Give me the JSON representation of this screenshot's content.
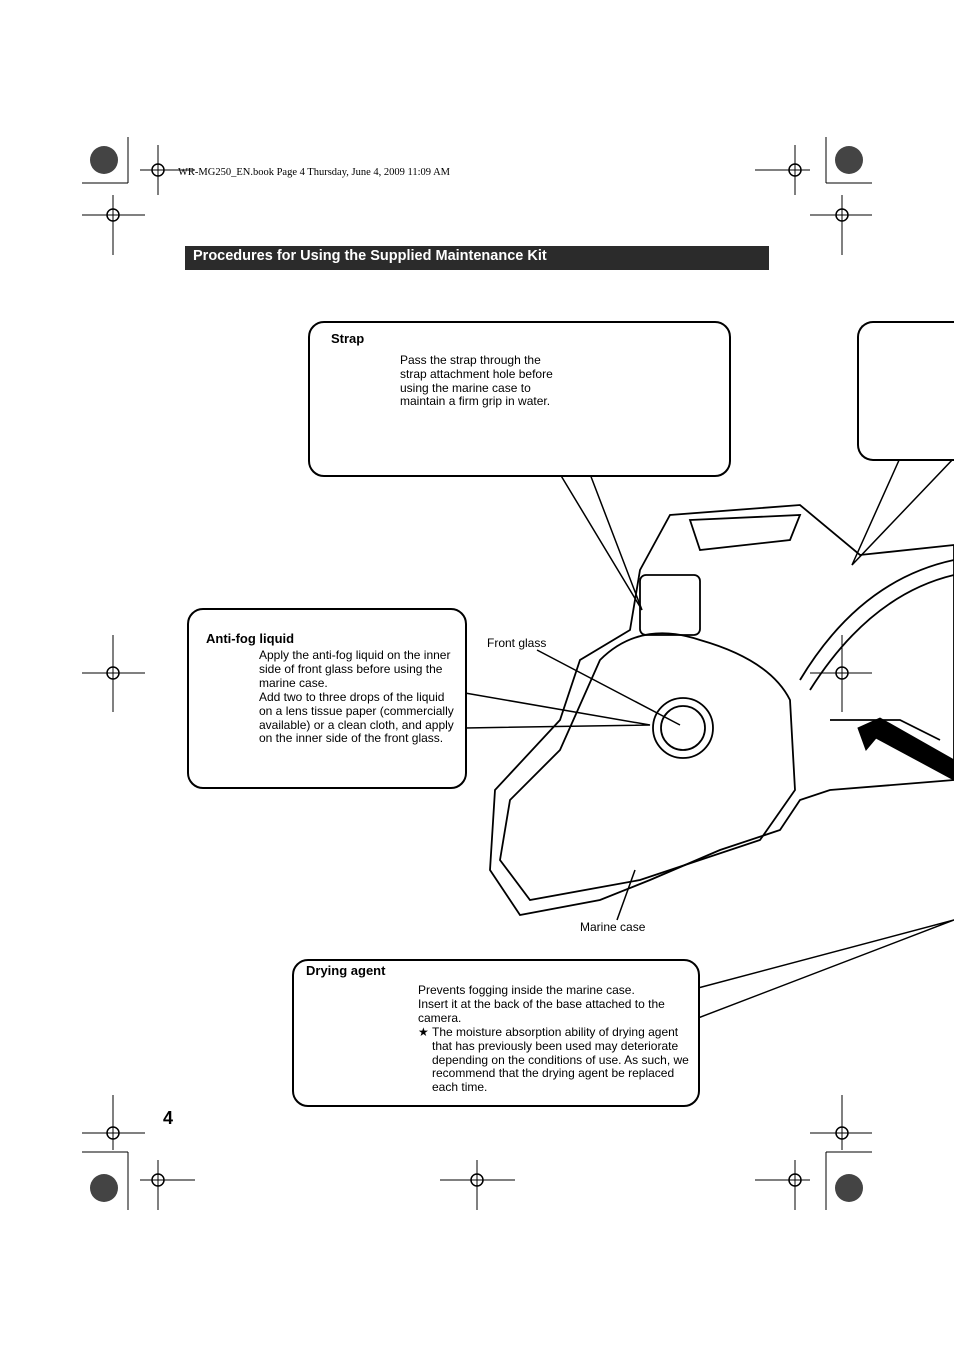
{
  "header": {
    "book_line": "WR-MG250_EN.book  Page 4  Thursday, June 4, 2009  11:09 AM",
    "section_title": "Procedures for Using the Supplied Maintenance Kit"
  },
  "strap": {
    "title": "Strap",
    "text": "Pass the strap through the strap attachment hole before using the marine case to maintain a firm grip in water."
  },
  "antifog": {
    "title": "Anti-fog liquid",
    "text1": "Apply the anti-fog liquid on the inner side of front glass before using the marine case.",
    "text2": "Add two to three drops of the liquid on a lens tissue paper (commercially available) or a clean cloth, and apply on the inner side of the front glass."
  },
  "drying": {
    "title": "Drying agent",
    "text1": "Prevents fogging inside the marine case.",
    "text2": "Insert it at the back of the base attached to the camera.",
    "note_mark": "★",
    "note": "The moisture absorption ability of drying agent that has previously been used may deteriorate depending on the conditions of use. As such, we recommend that the drying agent be replaced each time."
  },
  "labels": {
    "front_glass": "Front glass",
    "marine_case": "Marine case"
  },
  "page_number": "4"
}
